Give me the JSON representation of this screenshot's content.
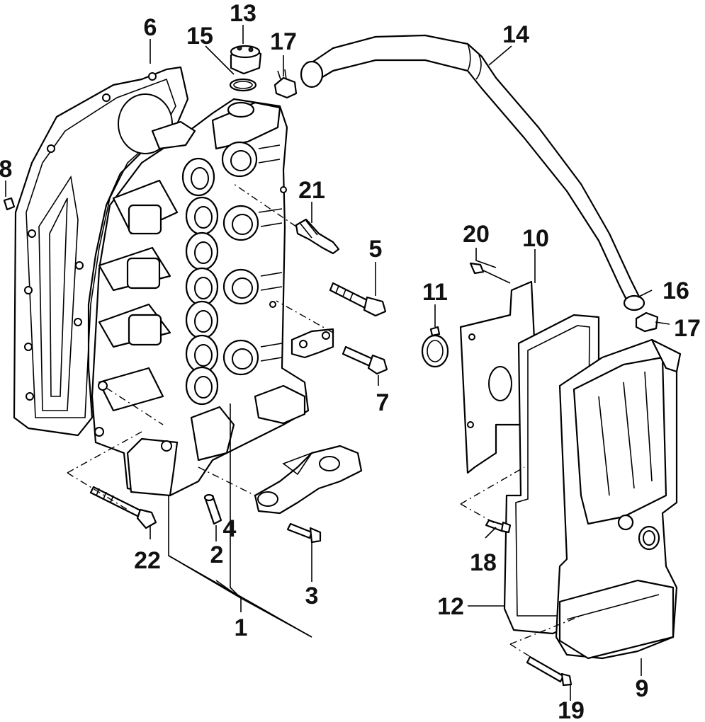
{
  "labels": {
    "p1": "1",
    "p2": "2",
    "p3": "3",
    "p4": "4",
    "p5": "5",
    "p6": "6",
    "p7": "7",
    "p8": "8",
    "p9": "9",
    "p10": "10",
    "p11": "11",
    "p12": "12",
    "p13": "13",
    "p14": "14",
    "p15": "15",
    "p16": "16",
    "p17a": "17",
    "p17b": "17",
    "p18": "18",
    "p19": "19",
    "p20": "20",
    "p21": "21",
    "p22": "22"
  }
}
